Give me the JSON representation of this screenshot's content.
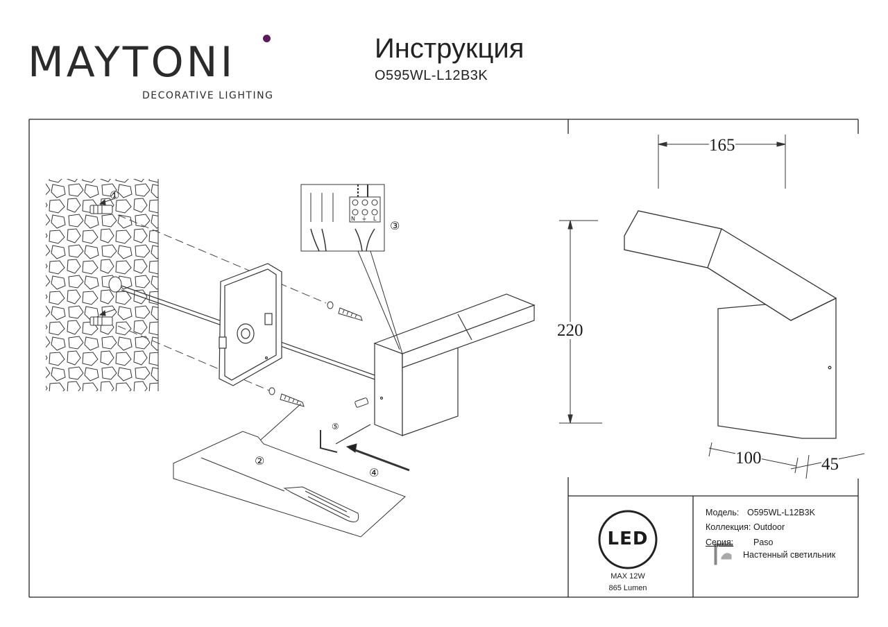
{
  "brand": {
    "name": "MAYTONI",
    "tagline": "DECORATIVE LIGHTING",
    "accent_color": "#5a1a5a"
  },
  "document": {
    "title": "Инструкция",
    "model_code": "O595WL-L12B3K"
  },
  "installation": {
    "steps": [
      "①",
      "②",
      "③",
      "④",
      "⑤"
    ],
    "wiring_terminals": [
      "N",
      "⏚",
      "L"
    ]
  },
  "dimensions": {
    "width": "165",
    "height": "220",
    "depth_base": "100",
    "depth_top": "45"
  },
  "led": {
    "badge": "LED",
    "power": "MAX 12W",
    "lumen": "865 Lumen"
  },
  "specs": {
    "model_label": "Модель:",
    "model_value": "O595WL-L12B3K",
    "collection_label": "Коллекция:",
    "collection_value": "Outdoor",
    "series_label": "Серия:",
    "series_value": "Paso",
    "type_value": "Настенный светильник",
    "type_icon": "wall-lamp-icon"
  }
}
